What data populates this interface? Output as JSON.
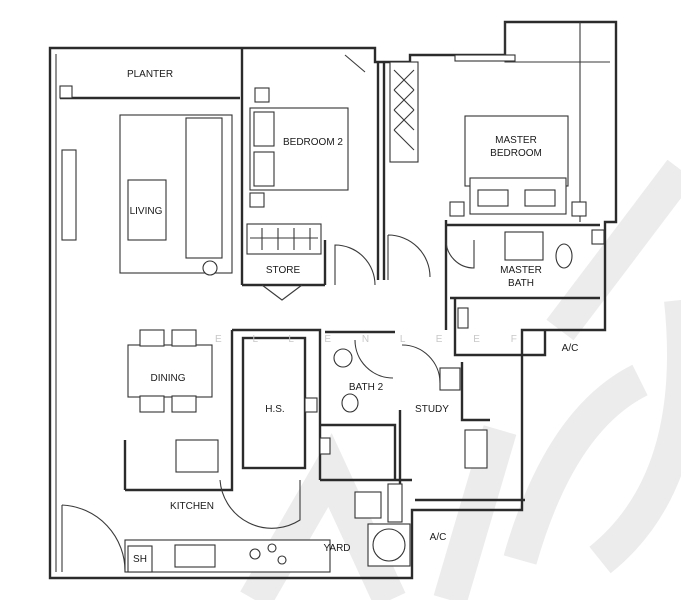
{
  "rooms": {
    "planter": "PLANTER",
    "bedroom2": "BEDROOM 2",
    "master_bedroom_line1": "MASTER",
    "master_bedroom_line2": "BEDROOM",
    "living": "LIVING",
    "store": "STORE",
    "master_bath_line1": "MASTER",
    "master_bath_line2": "BATH",
    "ac_upper": "A/C",
    "dining": "DINING",
    "hs": "H.S.",
    "bath2": "BATH 2",
    "study": "STUDY",
    "kitchen": "KITCHEN",
    "yard": "YARD",
    "ac_lower": "A/C",
    "shelter": "SH"
  },
  "watermark": "E L L E N  L E E F",
  "colors": {
    "line": "#2b2b2b",
    "background": "#ffffff",
    "logo_grey": "#ececec"
  }
}
